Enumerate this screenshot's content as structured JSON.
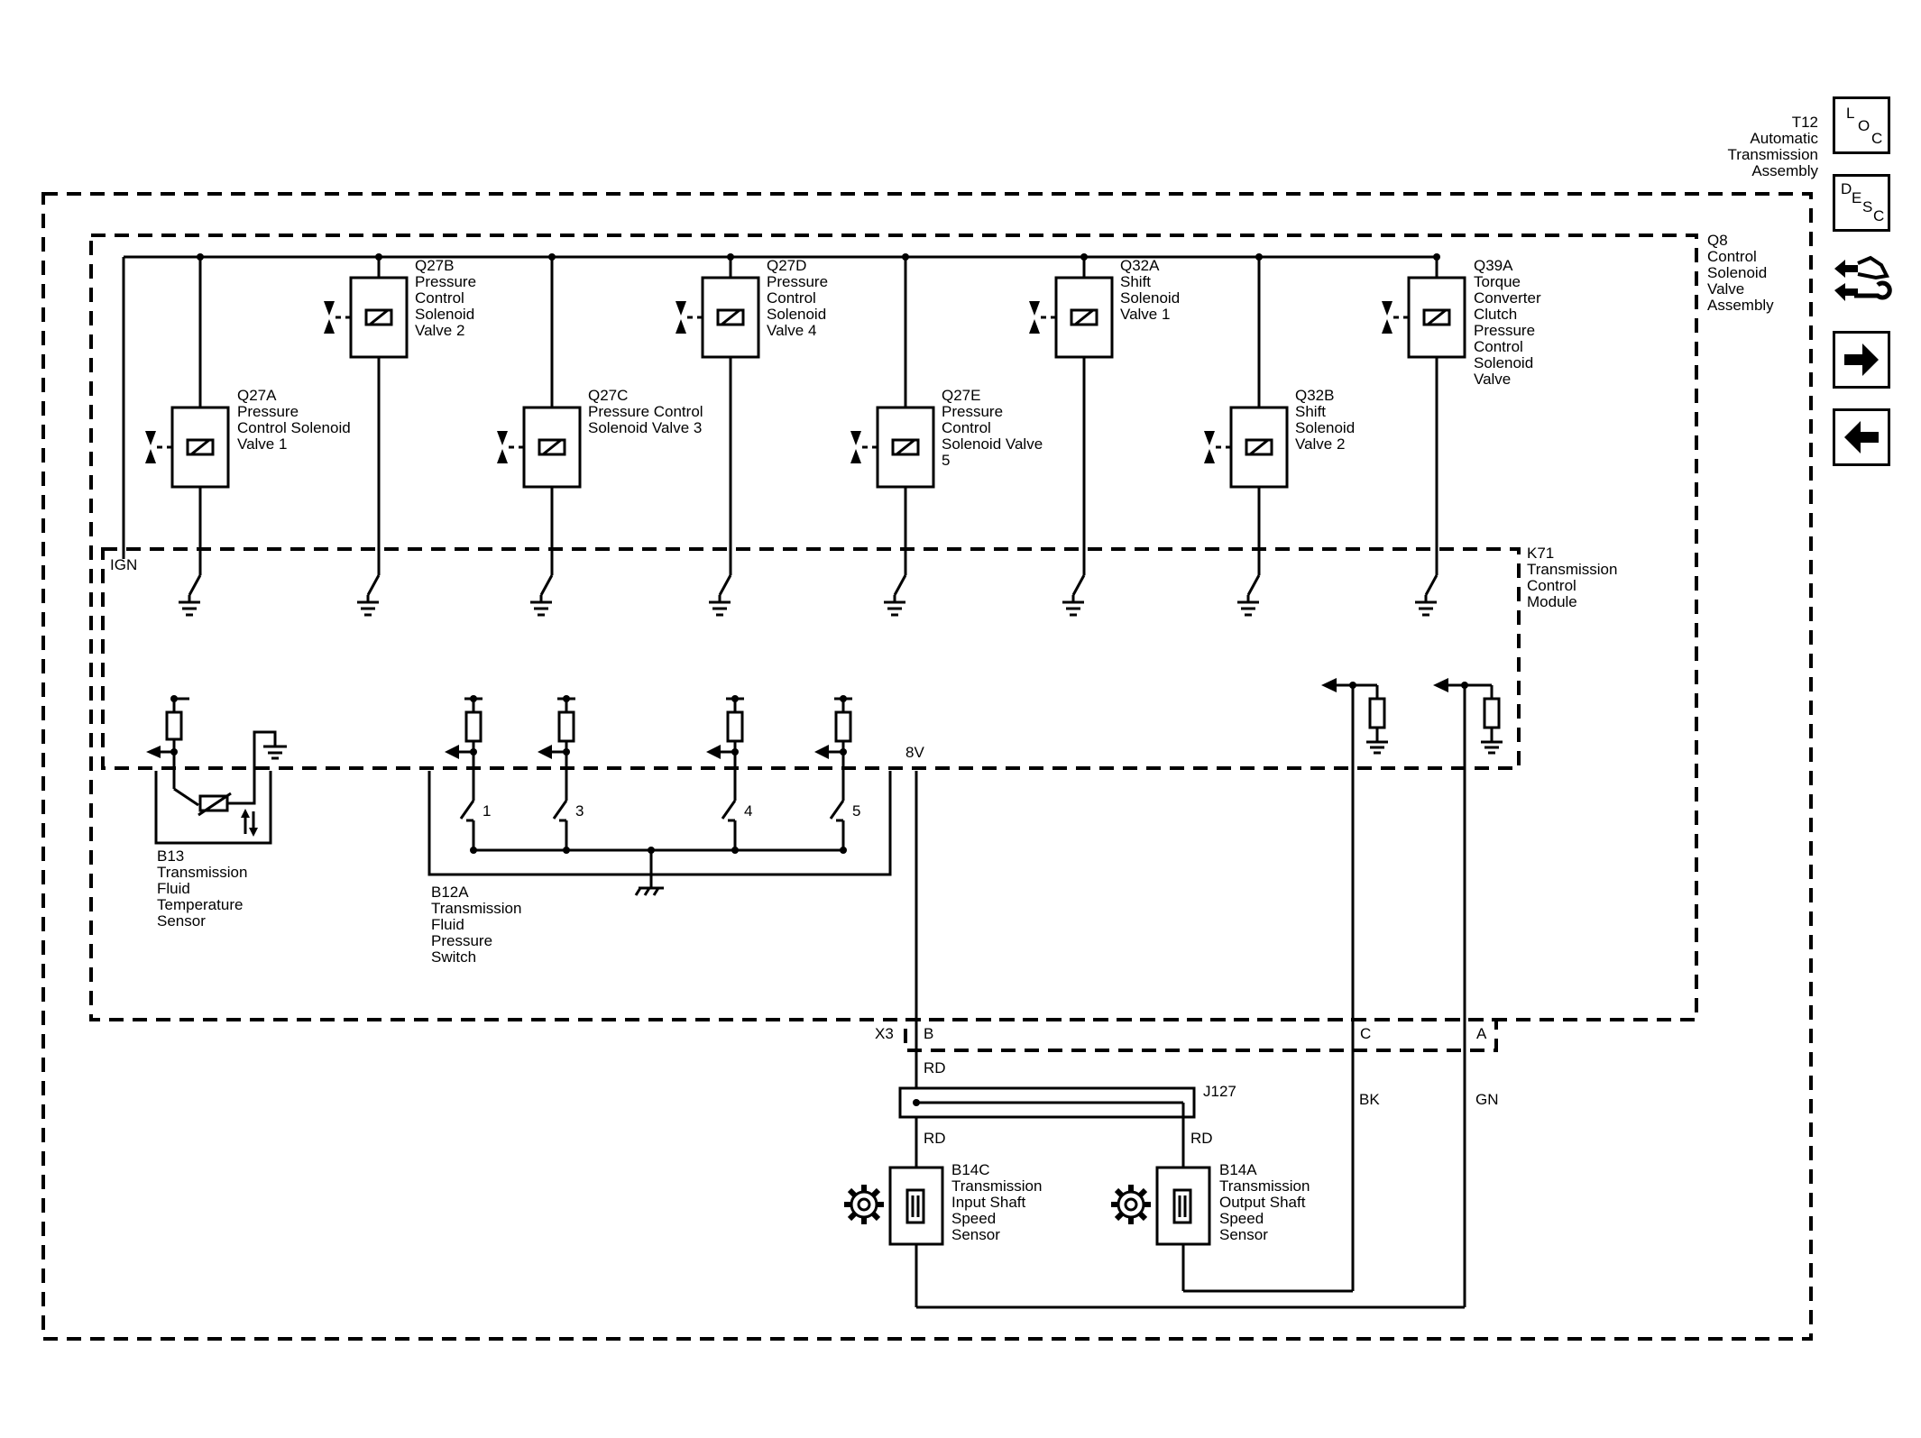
{
  "assembly": {
    "t12": [
      "T12",
      "Automatic",
      "Transmission",
      "Assembly"
    ]
  },
  "q8": [
    "Q8",
    "Control",
    "Solenoid",
    "Valve",
    "Assembly"
  ],
  "k71": [
    "K71",
    "Transmission",
    "Control",
    "Module"
  ],
  "ign": "IGN",
  "solenoids": [
    {
      "lines": [
        "Q27A",
        "Pressure",
        "Control Solenoid",
        "Valve 1"
      ]
    },
    {
      "lines": [
        "Q27B",
        "Pressure",
        "Control",
        "Solenoid",
        "Valve 2"
      ]
    },
    {
      "lines": [
        "Q27C",
        "Pressure Control",
        "Solenoid Valve 3"
      ]
    },
    {
      "lines": [
        "Q27D",
        "Pressure",
        "Control",
        "Solenoid",
        "Valve 4"
      ]
    },
    {
      "lines": [
        "Q27E",
        "Pressure",
        "Control",
        "Solenoid Valve",
        "5"
      ]
    },
    {
      "lines": [
        "Q32A",
        "Shift",
        "Solenoid",
        "Valve 1"
      ]
    },
    {
      "lines": [
        "Q32B",
        "Shift",
        "Solenoid",
        "Valve 2"
      ]
    },
    {
      "lines": [
        "Q39A",
        "Torque",
        "Converter",
        "Clutch",
        "Pressure",
        "Control",
        "Solenoid",
        "Valve"
      ]
    }
  ],
  "b13": [
    "B13",
    "Transmission",
    "Fluid",
    "Temperature",
    "Sensor"
  ],
  "b12a": [
    "B12A",
    "Transmission",
    "Fluid",
    "Pressure",
    "Switch"
  ],
  "switch_numbers": [
    "1",
    "3",
    "4",
    "5"
  ],
  "v8": "8V",
  "connector": {
    "name": "X3",
    "pins": [
      "B",
      "C",
      "A"
    ]
  },
  "wires": {
    "rd": "RD",
    "bk": "BK",
    "gn": "GN"
  },
  "splice": "J127",
  "b14c": [
    "B14C",
    "Transmission",
    "Input Shaft",
    "Speed",
    "Sensor"
  ],
  "b14a": [
    "B14A",
    "Transmission",
    "Output Shaft",
    "Speed",
    "Sensor"
  ],
  "nav": {
    "loc": [
      "L",
      "O",
      "C"
    ],
    "desc": [
      "D",
      "E",
      "S",
      "C"
    ],
    "icons": [
      "connector-icon",
      "arrow-right-icon",
      "arrow-left-icon"
    ]
  }
}
